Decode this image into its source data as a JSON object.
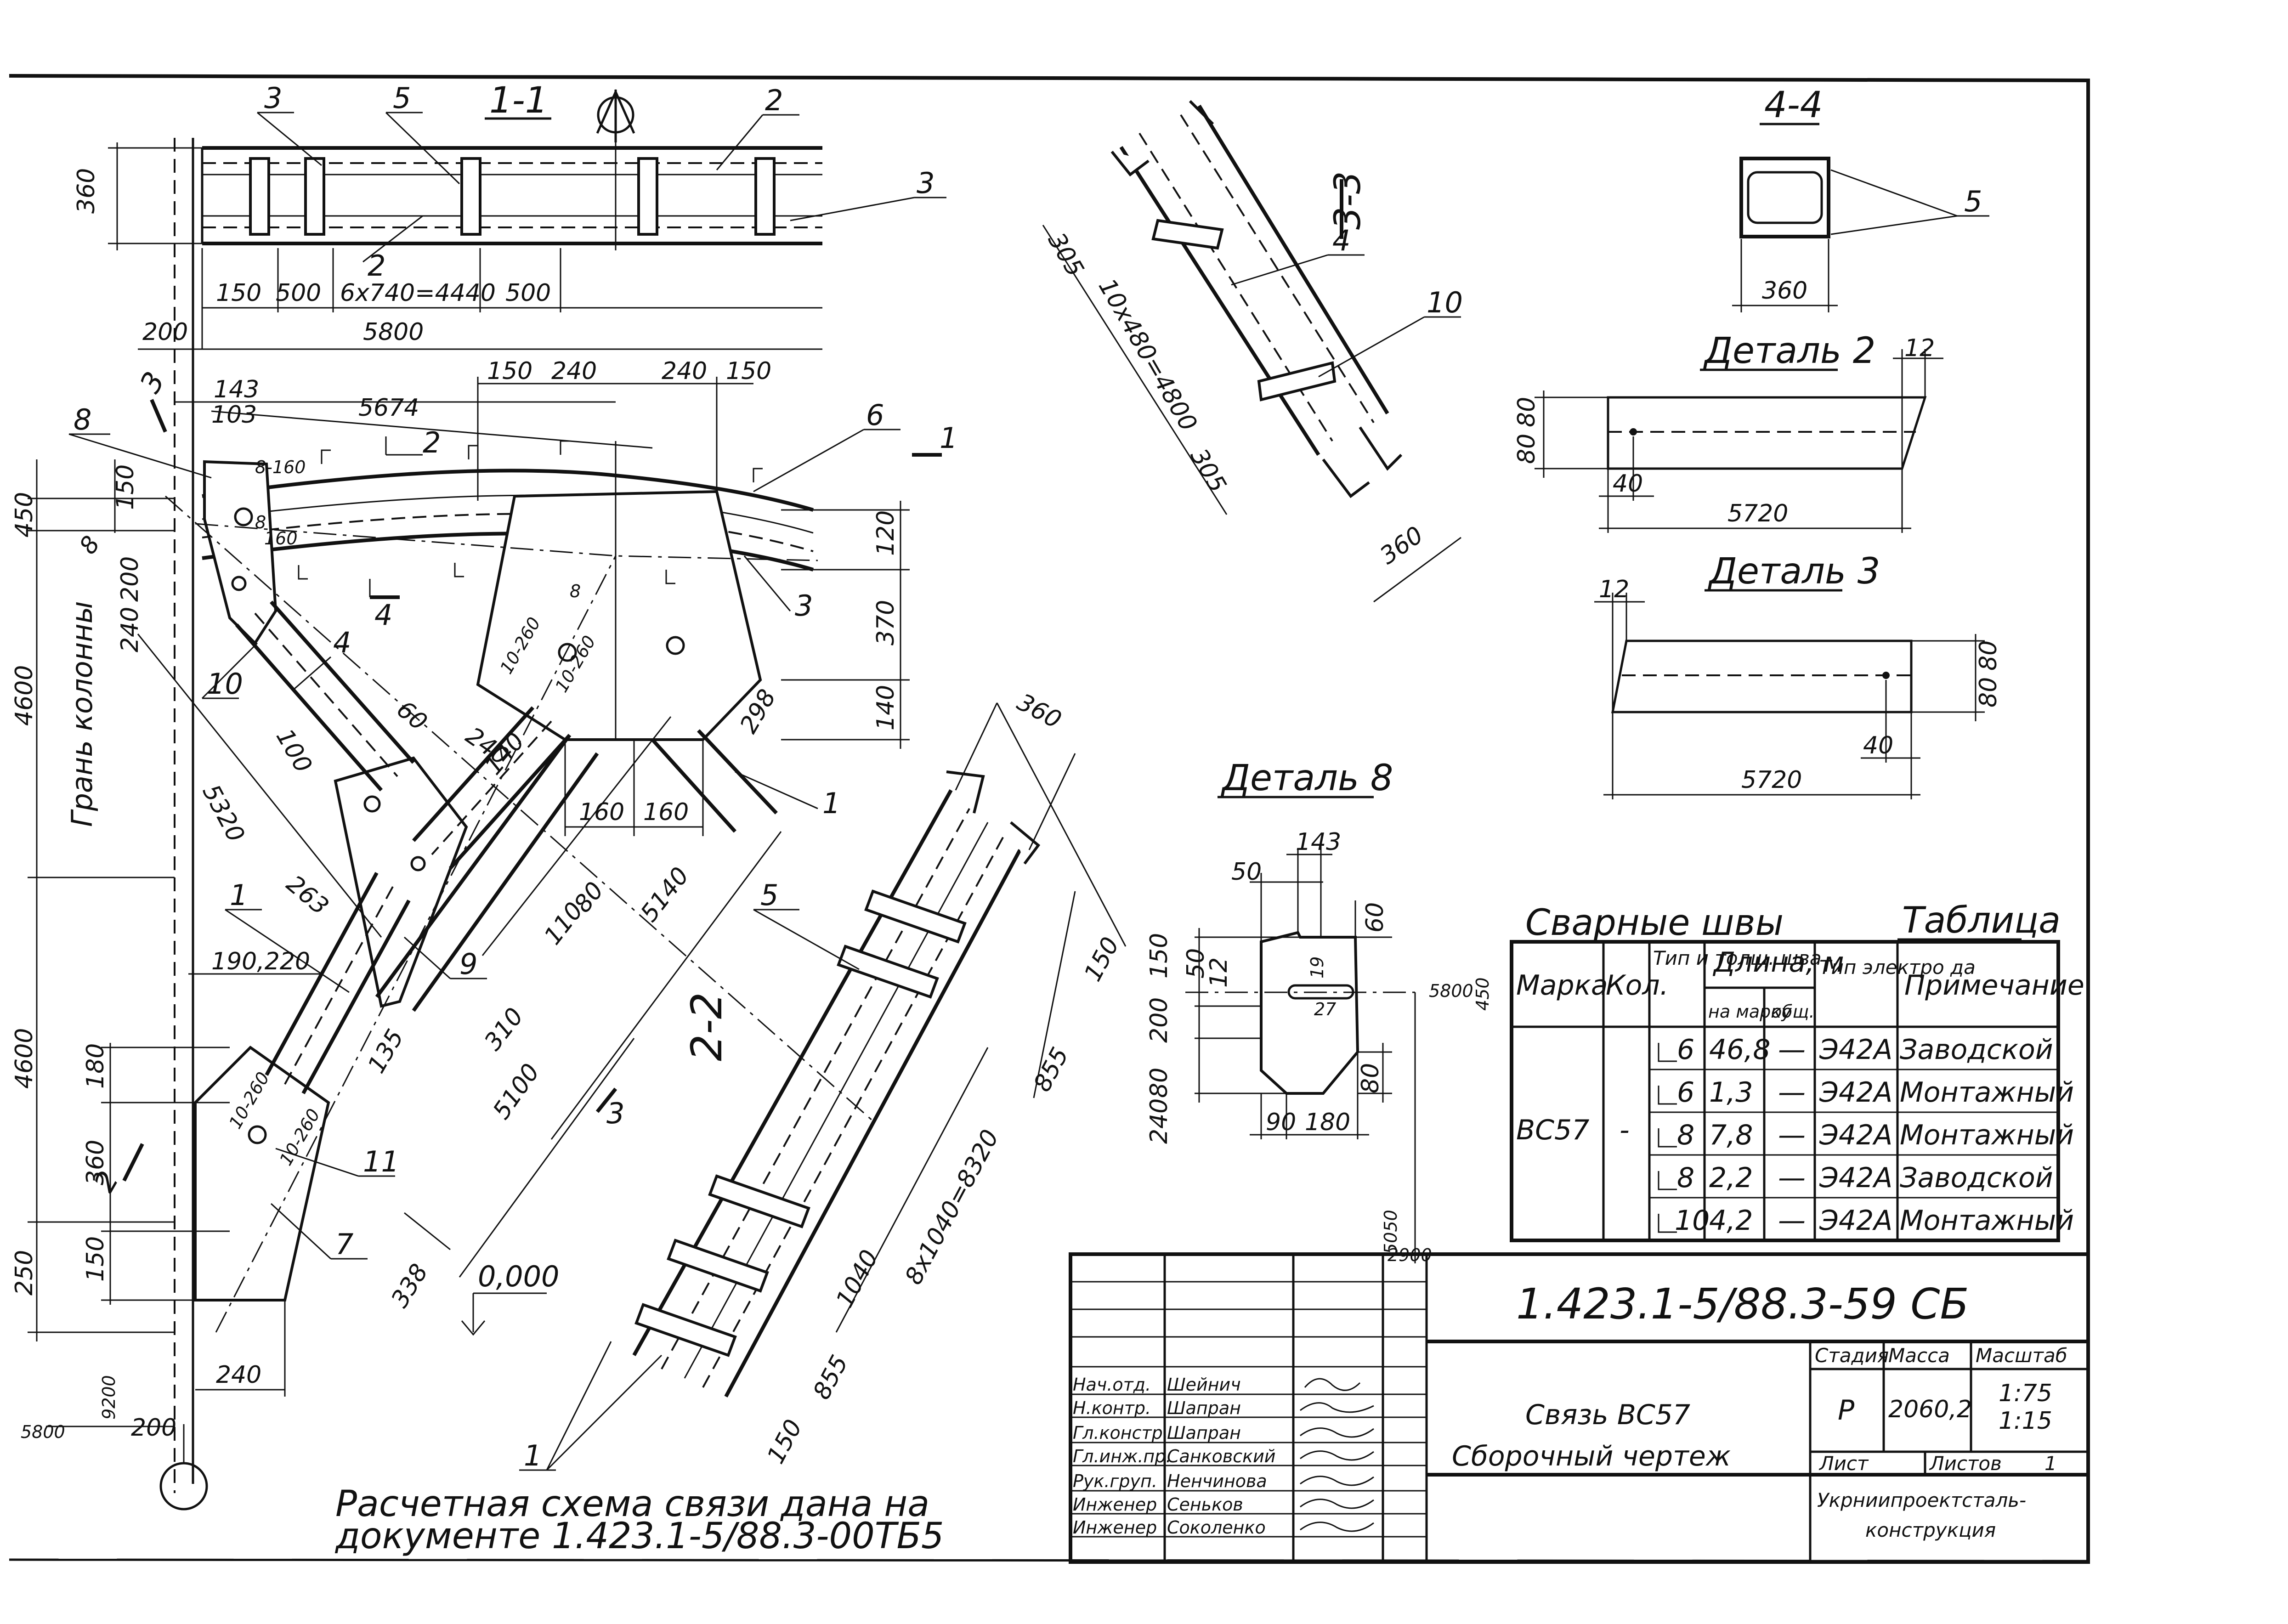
{
  "section_1_1": {
    "title": "1-1",
    "dims": {
      "height": "360",
      "d150": "150",
      "d500a": "500",
      "pitch": "6x740=4440",
      "d500b": "500",
      "total": "5800",
      "left": "200"
    },
    "callouts": {
      "c3a": "3",
      "c5": "5",
      "c2a": "2",
      "c3b": "3",
      "c2b": "2"
    }
  },
  "elevation": {
    "dims": {
      "d143": "143",
      "d103": "103",
      "d5674": "5674",
      "d150a": "150",
      "d240a": "240",
      "d240b": "240",
      "d150b": "150",
      "d150c": "150",
      "d450": "450",
      "d200": "200",
      "d240c": "240",
      "d120": "120",
      "d370": "370",
      "d140": "140",
      "d298": "298",
      "d160a": "160",
      "d160b": "160",
      "d4600a": "4600",
      "d4600b": "4600",
      "d5320": "5320",
      "d100": "100",
      "d60": "60",
      "d240d": "240",
      "d140b": "140",
      "d263": "263",
      "d110": "110",
      "d80": "80",
      "d5140": "5140",
      "d310": "310",
      "d5100": "5100",
      "d135": "135",
      "d190": "190,220",
      "d180": "180",
      "d360": "360",
      "d150d": "150",
      "d250": "250",
      "d338": "338",
      "d240e": "240",
      "d5800": "5800",
      "d9200": "9200",
      "d200b": "200",
      "zero": "0,000"
    },
    "welds": {
      "w1": "8-160",
      "w2": "8",
      "w3": "160",
      "w4": "10-260",
      "w5": "10-260",
      "w6": "10-260",
      "w7": "10-260",
      "w8": "8",
      "w9": "8"
    },
    "callouts": {
      "c8": "8",
      "c6": "6",
      "c3": "3",
      "c1a": "1",
      "c10": "10",
      "c4": "4",
      "c9": "9",
      "c1b": "1",
      "c11": "11",
      "c7": "7",
      "c2": "2"
    },
    "column_face": "Грань колонны",
    "sec_marks": {
      "s1": "1",
      "s3a": "3",
      "s3b": "3",
      "s4": "4",
      "s2": "2"
    }
  },
  "section_2_2": {
    "title": "2-2",
    "dims": {
      "d360": "360",
      "d150a": "150",
      "d855a": "855",
      "pitch": "8x1040=8320",
      "d1040": "1040",
      "d855b": "855",
      "d150b": "150"
    },
    "callouts": {
      "c5": "5",
      "c1": "1"
    }
  },
  "section_3_3": {
    "title": "3-3",
    "dims": {
      "d305a": "305",
      "pitch": "10x480=4800",
      "d305b": "305",
      "d360": "360"
    },
    "callouts": {
      "c4": "4",
      "c10": "10"
    }
  },
  "section_4_4": {
    "title": "4-4",
    "dim": "360",
    "callout": "5"
  },
  "detail_2": {
    "title": "Деталь 2",
    "d12": "12",
    "d80a": "80",
    "d80b": "80",
    "d40": "40",
    "d5720": "5720"
  },
  "detail_3": {
    "title": "Деталь 3",
    "d12": "12",
    "d80a": "80",
    "d80b": "80",
    "d40": "40",
    "d5720": "5720"
  },
  "detail_8": {
    "title": "Деталь 8",
    "dims": {
      "d143": "143",
      "d50": "50",
      "d60": "60",
      "d150": "150",
      "d50b": "50",
      "d12": "12",
      "d19": "19",
      "d27": "27",
      "d200": "200",
      "d80a": "80",
      "d80b": "80",
      "d240": "240",
      "d90": "90",
      "d180": "180",
      "d5800": "5800",
      "d450": "450",
      "d5050": "5050",
      "d2900": "2900"
    }
  },
  "weld_table": {
    "caption_left": "Сварные швы",
    "caption_right": "Таблица",
    "headers": {
      "mark": "Марка",
      "qty": "Кол.",
      "type": "Тип и толщ. шва",
      "length": "Длина, м",
      "per_mark": "на марку",
      "total": "общ.",
      "electrode": "Тип электро да",
      "note": "Примечание"
    },
    "mark": "ВС57",
    "qty": "-",
    "rows": [
      {
        "type": "6",
        "len": "46,8",
        "total": "—",
        "electrode": "Э42А",
        "note": "Заводской"
      },
      {
        "type": "6",
        "len": "1,3",
        "total": "—",
        "electrode": "Э42А",
        "note": "Монтажный"
      },
      {
        "type": "8",
        "len": "7,8",
        "total": "—",
        "electrode": "Э42А",
        "note": "Монтажный"
      },
      {
        "type": "8",
        "len": "2,2",
        "total": "—",
        "electrode": "Э42А",
        "note": "Заводской"
      },
      {
        "type": "10",
        "len": "4,2",
        "total": "—",
        "electrode": "Э42А",
        "note": "Монтажный"
      }
    ]
  },
  "title_block": {
    "doc_code": "1.423.1-5/88.3-59 СБ",
    "name_line1": "Связь ВС57",
    "name_line2": "Сборочный чертеж",
    "stage_label": "Стадия",
    "mass_label": "Масса",
    "scale_label": "Масштаб",
    "stage": "Р",
    "mass": "2060,2",
    "scale1": "1:75",
    "scale2": "1:15",
    "sheet_label": "Лист",
    "sheets_label": "Листов",
    "sheets": "1",
    "org": "Укрниипроектсталь-конструкция",
    "org_line1": "Укрниипроектсталь-",
    "org_line2": "конструкция",
    "people": [
      {
        "role": "Нач.отд.",
        "name": "Шейнич"
      },
      {
        "role": "Н.контр.",
        "name": "Шапран"
      },
      {
        "role": "Гл.констр.",
        "name": "Шапран"
      },
      {
        "role": "Гл.инж.пр.",
        "name": "Санковский"
      },
      {
        "role": "Рук.груп.",
        "name": "Ненчинова"
      },
      {
        "role": "Инженер",
        "name": "Сеньков"
      },
      {
        "role": "Инженер",
        "name": "Соколенко"
      }
    ]
  },
  "note": {
    "line1": "Расчетная схема связи дана на",
    "line2": "документе 1.423.1-5/88.3-00ТБ5"
  }
}
